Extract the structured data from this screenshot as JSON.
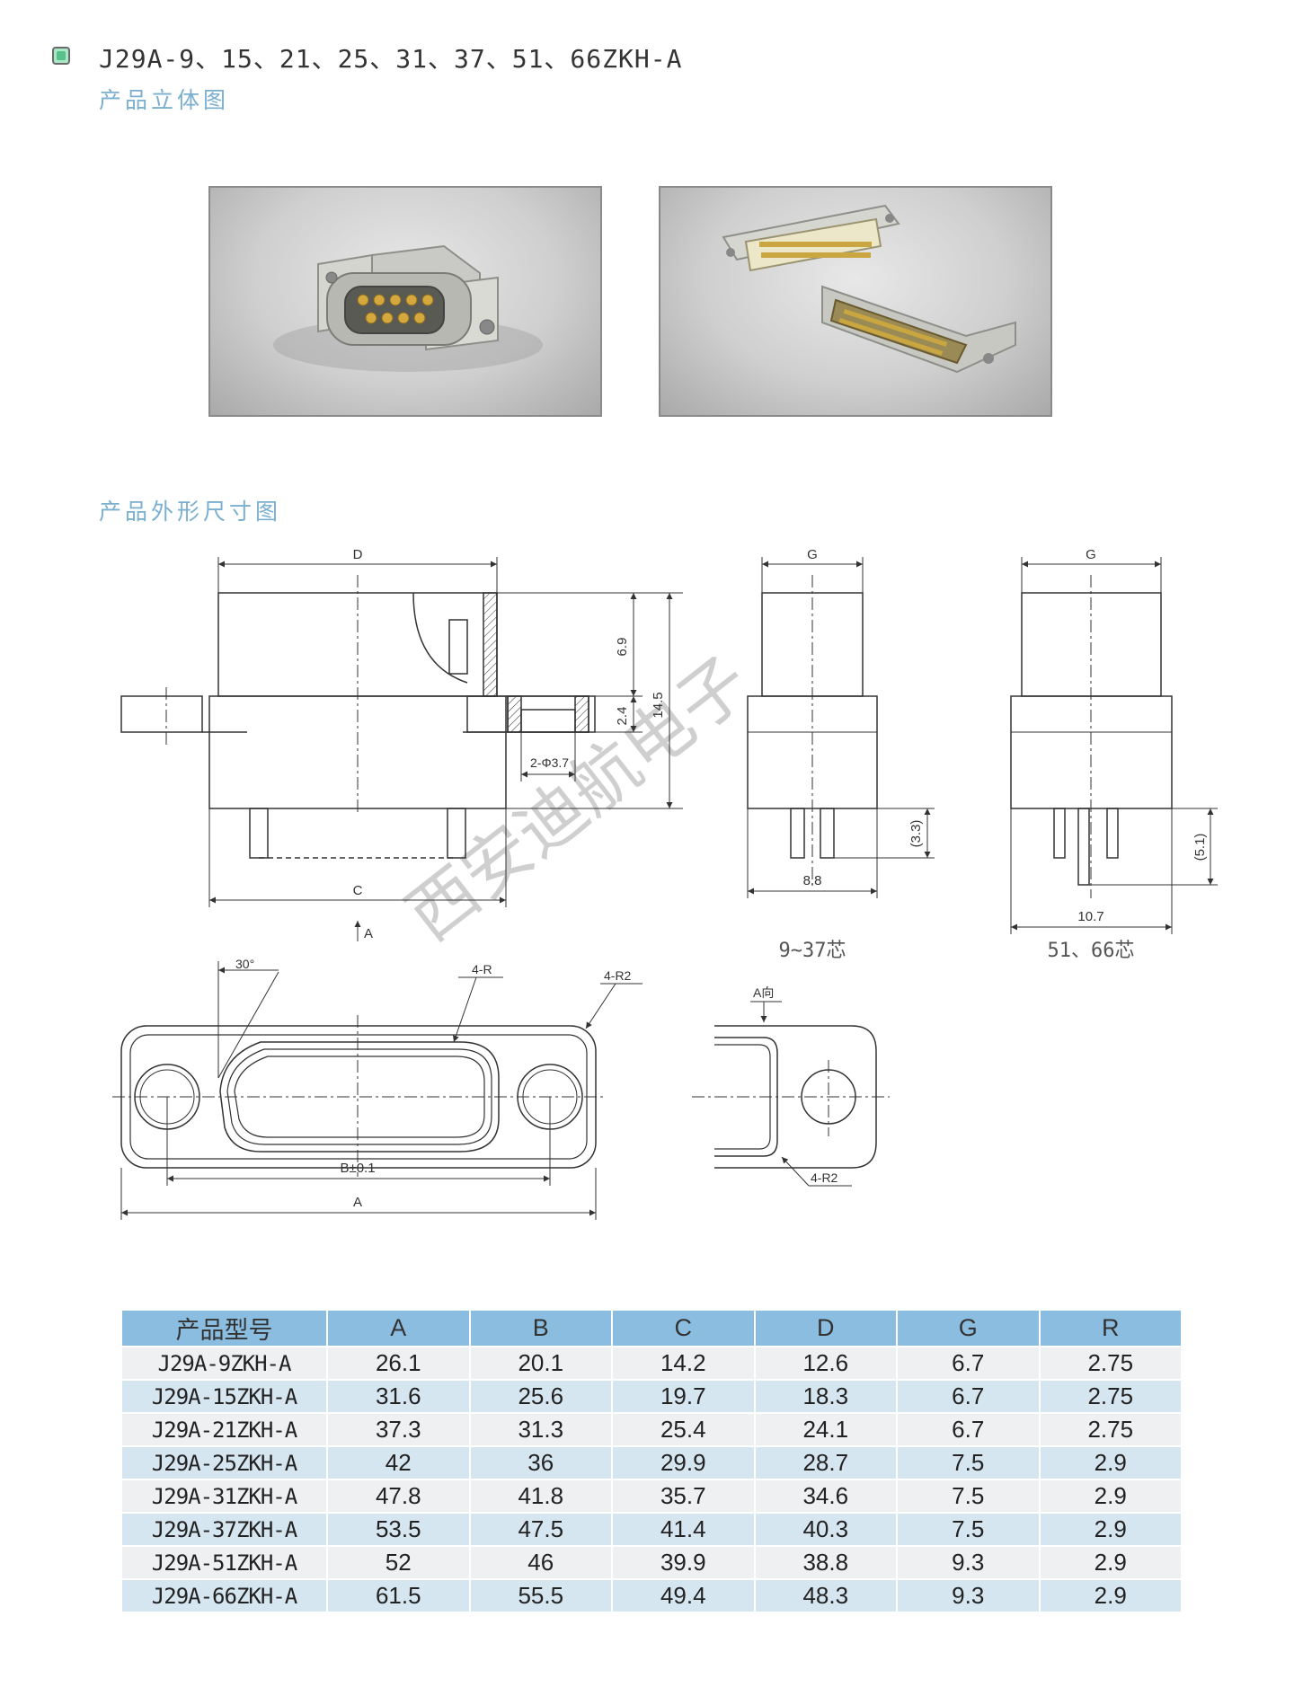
{
  "header": {
    "title": "J29A-9、15、21、25、31、37、51、66ZKH-A",
    "subtitle": "产品立体图",
    "section_dimensions": "产品外形尺寸图"
  },
  "drawing": {
    "labels": {
      "D": "D",
      "C": "C",
      "A_arrow": "A",
      "G1": "G",
      "G2": "G",
      "dim_6_9": "6.9",
      "dim_2_4": "2.4",
      "dim_14_5": "14.5",
      "hole": "2-Φ3.7",
      "dim_3_3": "(3.3)",
      "dim_8_8": "8.8",
      "dim_5_1": "(5.1)",
      "dim_10_7": "10.7",
      "caption_small": "9~37芯",
      "caption_large": "51、66芯",
      "angle": "30°",
      "r4": "4-R",
      "r4_2_top": "4-R2",
      "B_tol": "B±0.1",
      "A_bottom": "A",
      "view_a": "A向",
      "r4_2_side": "4-R2"
    },
    "watermark": "西安迪航电子"
  },
  "table": {
    "headers": [
      "产品型号",
      "A",
      "B",
      "C",
      "D",
      "G",
      "R"
    ],
    "rows": [
      [
        "J29A-9ZKH-A",
        "26.1",
        "20.1",
        "14.2",
        "12.6",
        "6.7",
        "2.75"
      ],
      [
        "J29A-15ZKH-A",
        "31.6",
        "25.6",
        "19.7",
        "18.3",
        "6.7",
        "2.75"
      ],
      [
        "J29A-21ZKH-A",
        "37.3",
        "31.3",
        "25.4",
        "24.1",
        "6.7",
        "2.75"
      ],
      [
        "J29A-25ZKH-A",
        "42",
        "36",
        "29.9",
        "28.7",
        "7.5",
        "2.9"
      ],
      [
        "J29A-31ZKH-A",
        "47.8",
        "41.8",
        "35.7",
        "34.6",
        "7.5",
        "2.9"
      ],
      [
        "J29A-37ZKH-A",
        "53.5",
        "47.5",
        "41.4",
        "40.3",
        "7.5",
        "2.9"
      ],
      [
        "J29A-51ZKH-A",
        "52",
        "46",
        "39.9",
        "38.8",
        "9.3",
        "2.9"
      ],
      [
        "J29A-66ZKH-A",
        "61.5",
        "55.5",
        "49.4",
        "48.3",
        "9.3",
        "2.9"
      ]
    ]
  }
}
